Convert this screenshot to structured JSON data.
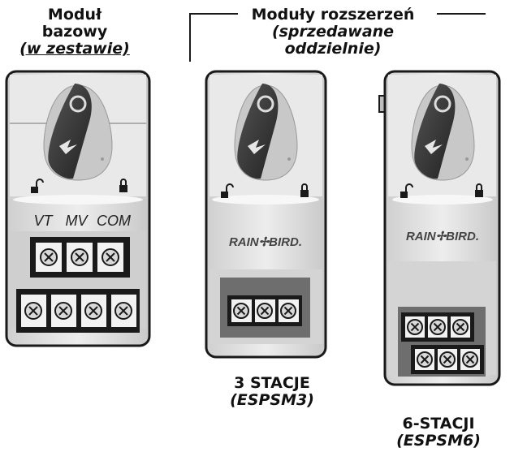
{
  "base_module": {
    "title_line1": "Moduł",
    "title_line2": "bazowy",
    "title_line3": "(w zestawie)",
    "terminal_labels": [
      "VT",
      "MV",
      "COM"
    ]
  },
  "expansion": {
    "title_line1": "Moduły rozszerzeń",
    "title_line2": "(sprzedawane",
    "title_line3": "oddzielnie)"
  },
  "module_3": {
    "brand": "RAIN✢BIRD.",
    "caption_line1": "3 STACJE",
    "caption_line2": "(ESPSM3)"
  },
  "module_6": {
    "brand": "RAIN✢BIRD.",
    "caption_line1": "6-STACJI",
    "caption_line2": "(ESPSM6)"
  },
  "colors": {
    "outline": "#1a1a1a",
    "body": "#e6e6e6",
    "terminal_block": "#6e6e6e",
    "latch_dark": "#3a3a3a",
    "latch_light": "#bdbdbd"
  }
}
